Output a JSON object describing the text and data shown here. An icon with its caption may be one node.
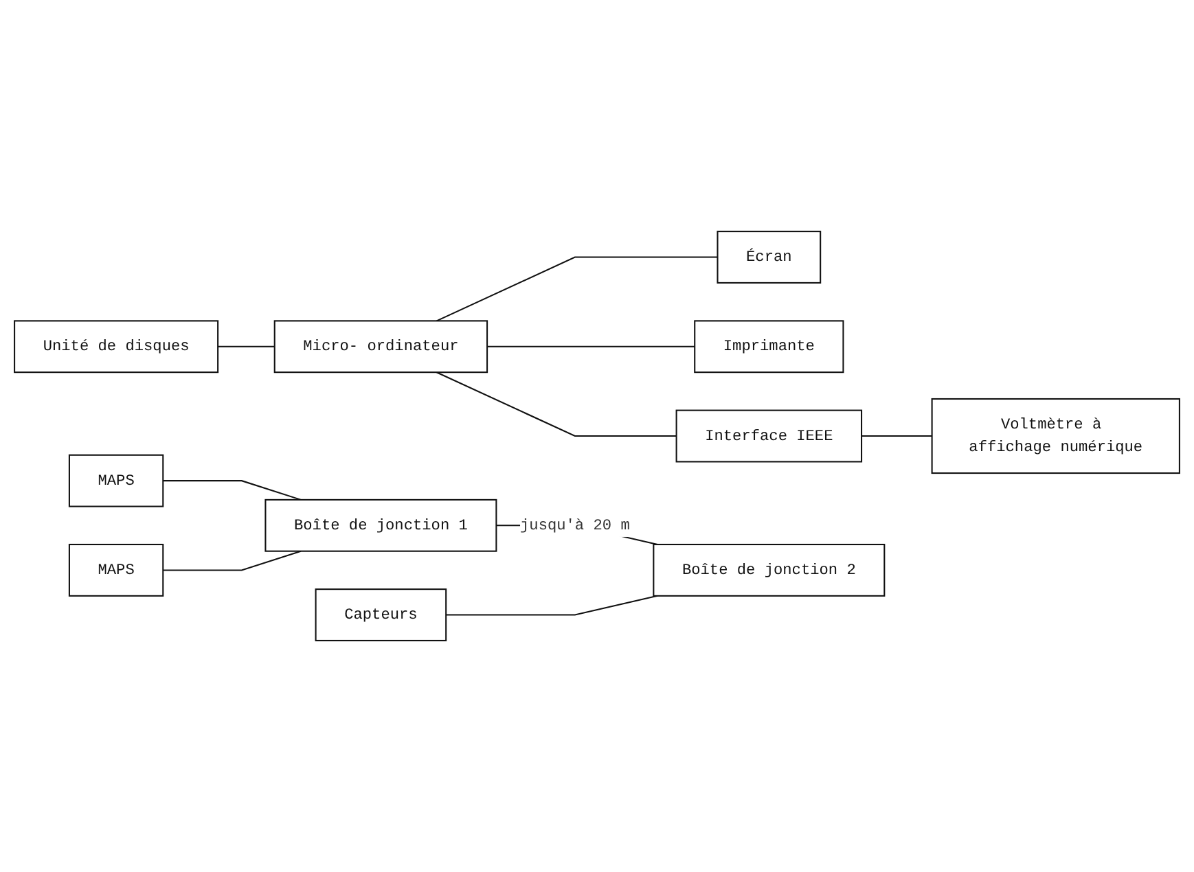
{
  "diagram": {
    "nodes": [
      {
        "text": [
          "Écran"
        ]
      },
      {
        "text": [
          "Imprimante"
        ]
      },
      {
        "text": [
          "MAPS"
        ]
      },
      {
        "text": [
          "MAPS"
        ]
      },
      {
        "text": [
          "Boîte de jonction 1"
        ]
      },
      {
        "text": [
          "Unité de disques"
        ]
      },
      {
        "text": [
          "Micro- ordinateur"
        ]
      },
      {
        "text": [
          "Interface IEEE"
        ]
      },
      {
        "text": [
          "Voltmètre à affichage numérique"
        ]
      },
      {
        "text": [
          "Capteurs"
        ]
      },
      {
        "text": [
          "Boîte de jonction 2"
        ]
      }
    ],
    "edges": [
      {
        "from": 5,
        "to": 6,
        "arrow": "none"
      },
      {
        "from": 6,
        "to": 0,
        "arrow": "none"
      },
      {
        "from": 6,
        "to": 1,
        "arrow": "none"
      },
      {
        "from": 6,
        "to": 7,
        "arrow": "none"
      },
      {
        "from": 7,
        "to": 8,
        "arrow": "none"
      },
      {
        "from": 2,
        "to": 4,
        "arrow": "none"
      },
      {
        "from": 3,
        "to": 4,
        "arrow": "none"
      },
      {
        "from": 4,
        "to": 10,
        "arrow": "none",
        "label": "jusqu'à 20 m"
      },
      {
        "from": 9,
        "to": 10,
        "arrow": "none"
      }
    ]
  }
}
